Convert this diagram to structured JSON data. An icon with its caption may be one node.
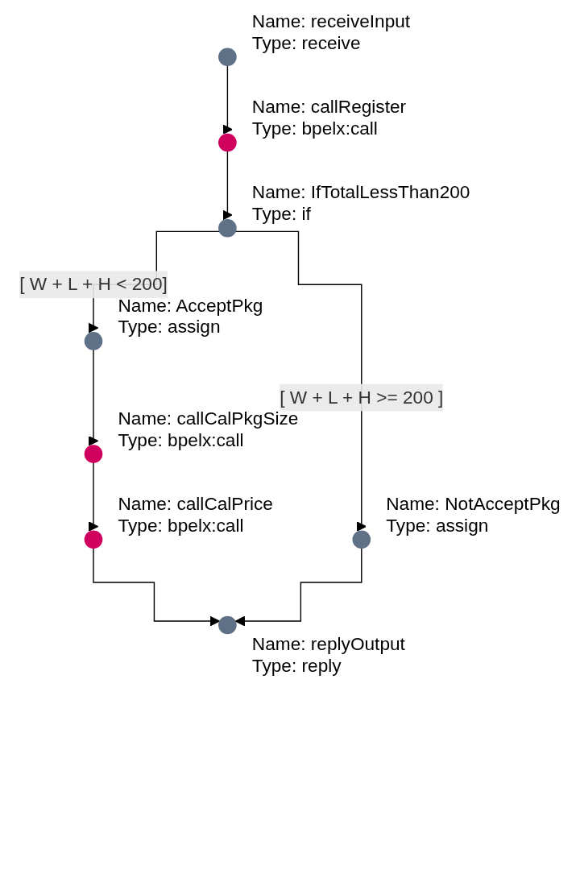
{
  "diagram": {
    "nodes": [
      {
        "text": [],
        "shape": "circle",
        "beside": [
          "Name: receiveInput",
          "Type: receive"
        ]
      },
      {
        "text": [],
        "shape": "circle",
        "beside": [
          "Name: callRegister",
          "Type: bpelx:call"
        ]
      },
      {
        "text": [],
        "shape": "circle",
        "beside": [
          "Name: IfTotalLessThan200",
          "Type: if"
        ]
      },
      {
        "text": [],
        "shape": "circle",
        "beside": [
          "Name: AcceptPkg",
          "Type: assign"
        ]
      },
      {
        "text": [],
        "shape": "circle",
        "beside": [
          "Name: NotAcceptPkg",
          "Type: assign"
        ]
      },
      {
        "text": [],
        "shape": "circle",
        "beside": [
          "Name: callCalPkgSize",
          "Type: bpelx:call"
        ]
      },
      {
        "text": [],
        "shape": "circle",
        "beside": [
          "Name: callCalPrice",
          "Type: bpelx:call"
        ]
      },
      {
        "text": [],
        "shape": "circle",
        "beside": [
          "Name: replyOutput",
          "Type: reply"
        ]
      }
    ],
    "edges": [
      {
        "from": 0,
        "to": 1,
        "arrow": "to"
      },
      {
        "from": 1,
        "to": 2,
        "arrow": "to"
      },
      {
        "from": 2,
        "to": 3,
        "arrow": "to",
        "label": "[ W + L + H < 200]"
      },
      {
        "from": 2,
        "to": 4,
        "arrow": "to",
        "label": "[ W + L + H >= 200 ]"
      },
      {
        "from": 3,
        "to": 5,
        "arrow": "to"
      },
      {
        "from": 5,
        "to": 6,
        "arrow": "to"
      },
      {
        "from": 6,
        "to": 7,
        "arrow": "to"
      },
      {
        "from": 4,
        "to": 7,
        "arrow": "to"
      }
    ]
  }
}
